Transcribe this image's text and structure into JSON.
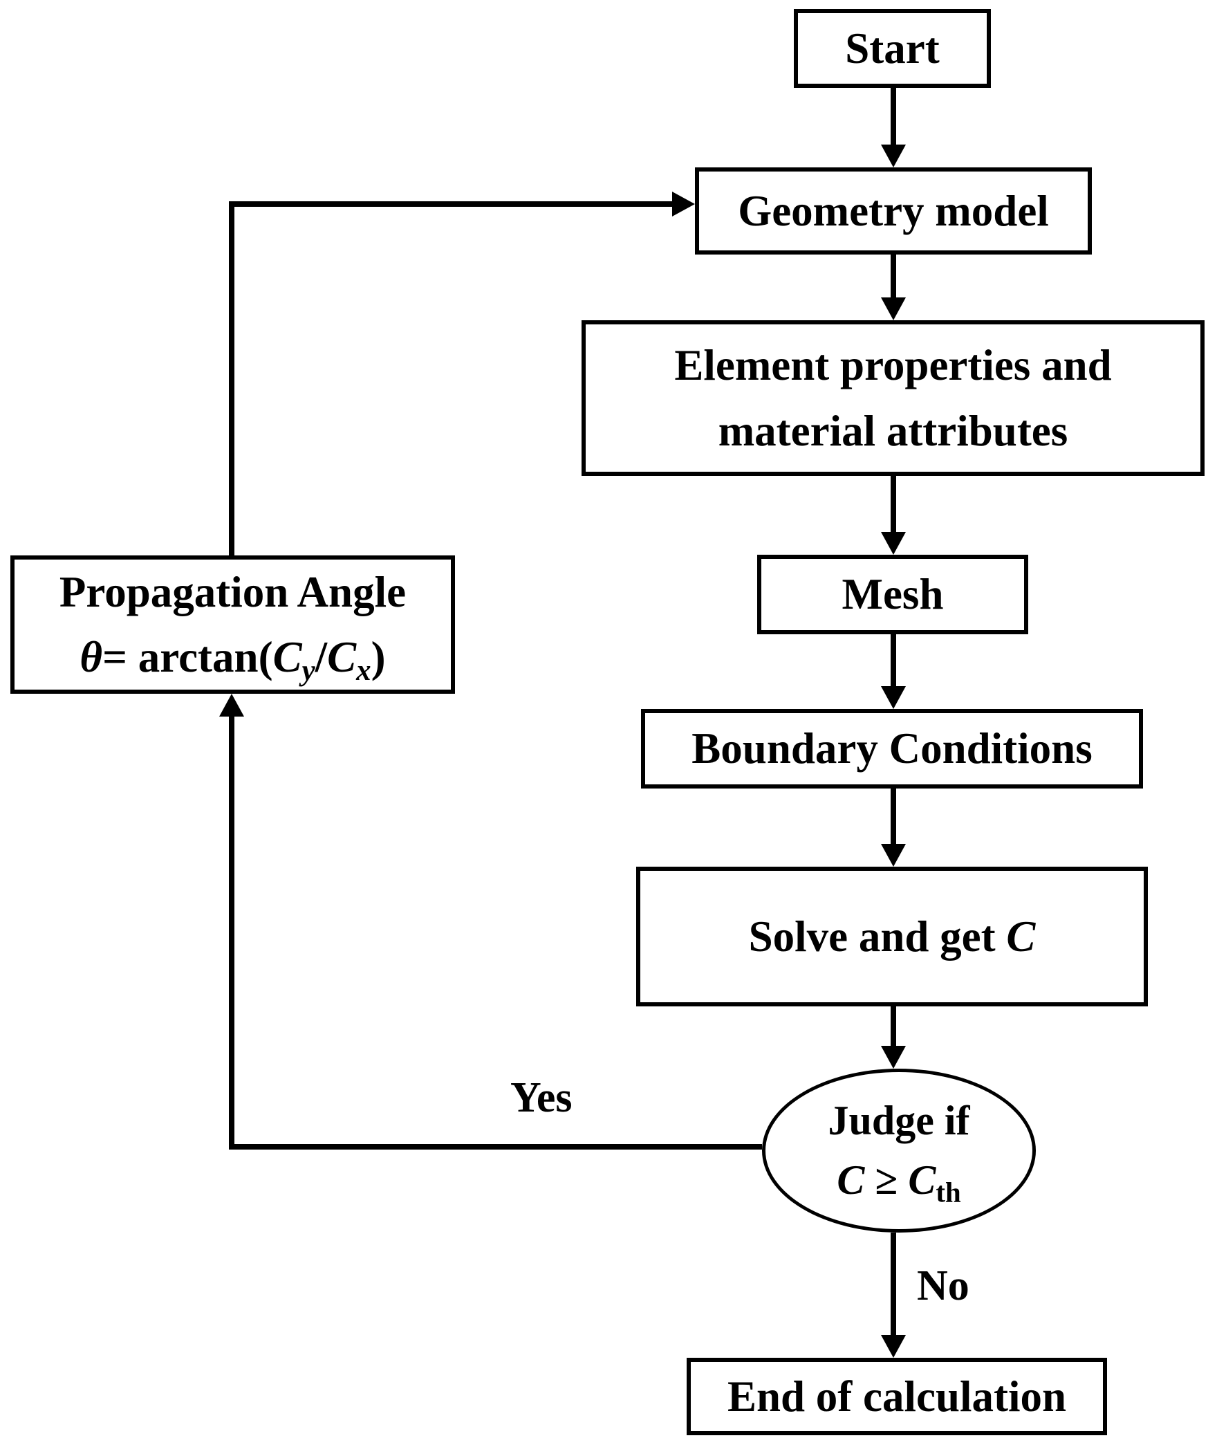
{
  "diagram": {
    "title_hint": "FEM calculation flowchart",
    "colors": {
      "line": "#000000",
      "background": "#ffffff",
      "text": "#000000"
    },
    "nodes": {
      "start": {
        "label": "Start"
      },
      "geometry": {
        "label": "Geometry model"
      },
      "element": {
        "line1": "Element properties and",
        "line2": "material attributes"
      },
      "mesh": {
        "label": "Mesh"
      },
      "boundary": {
        "label": "Boundary Conditions"
      },
      "solve": {
        "prefix": "Solve and get ",
        "var": "C"
      },
      "judge": {
        "line1": "Judge if",
        "c1": "C",
        "op": " ≥ ",
        "c2": "C",
        "sub": "th"
      },
      "end": {
        "label": "End of calculation"
      },
      "propagation": {
        "line1": "Propagation Angle",
        "theta": "θ",
        "eq": "= arctan(",
        "c1": "C",
        "sub1": "y",
        "slash": "/",
        "c2": "C",
        "sub2": "x",
        "close": ")"
      }
    },
    "edges": {
      "yes_label": "Yes",
      "no_label": "No"
    }
  }
}
